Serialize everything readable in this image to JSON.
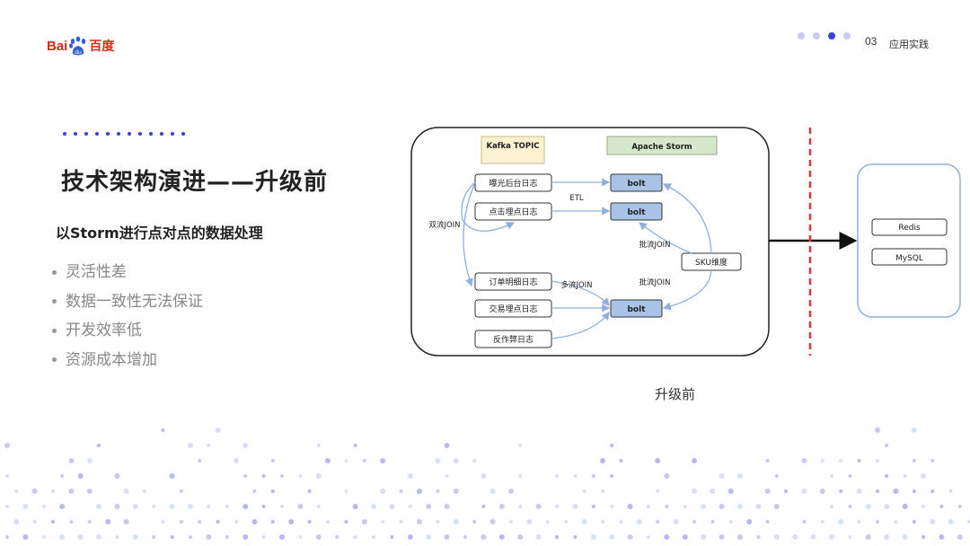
{
  "logo": {
    "latin": "Bai",
    "du": "du",
    "chinese": "百度"
  },
  "header": {
    "page_number": "03",
    "section": "应用实践",
    "progress_dots": 4,
    "active_dot": 3
  },
  "slide": {
    "title": "技术架构演进——升级前",
    "subtitle": "以Storm进行点对点的数据处理",
    "bullets": [
      "灵活性差",
      "数据一致性无法保证",
      "开发效率低",
      "资源成本增加"
    ]
  },
  "diagram": {
    "kafka_label": "Kafka TOPIC",
    "storm_label": "Apache Storm",
    "sources": [
      "曝光后台日志",
      "点击埋点日志",
      "订单明细日志",
      "交易埋点日志",
      "反作弊日志"
    ],
    "bolts": [
      "bolt",
      "bolt",
      "bolt"
    ],
    "sku_label": "SKU维度",
    "edge_labels": {
      "etl": "ETL",
      "dual_join": "双流JOIN",
      "multi_join": "多流JOIN",
      "batch_join_1": "批流JOIN",
      "batch_join_2": "批流JOIN"
    },
    "storage": [
      "Redis",
      "MySQL"
    ],
    "caption": "升级前"
  },
  "colors": {
    "accent": "#3a3fd8",
    "brand_red": "#de2910",
    "kafka_fill": "#fdf2d0",
    "storm_fill": "#d5e8cb",
    "bolt_fill": "#a9c3e6",
    "divider": "#e8333a"
  }
}
